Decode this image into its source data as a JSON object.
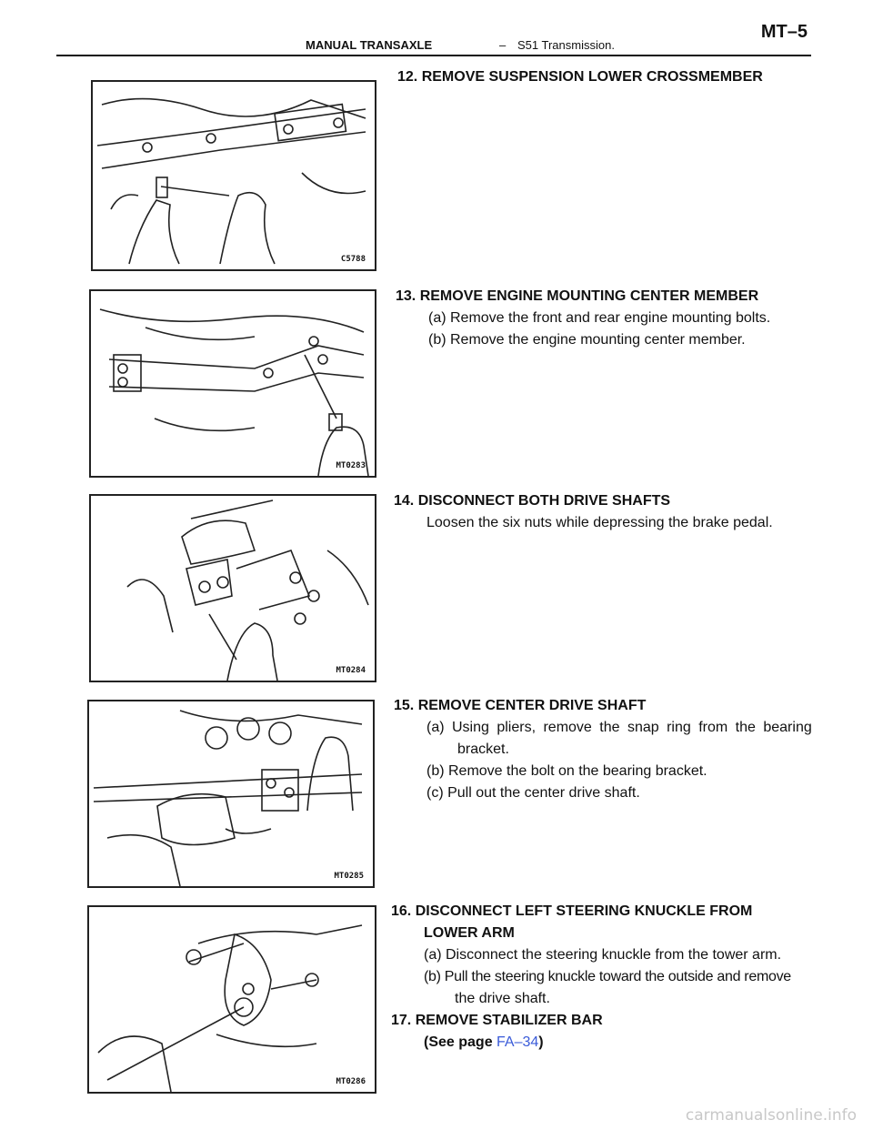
{
  "header": {
    "section": "MANUAL TRANSAXLE",
    "dash": "–",
    "subsection": "S51 Transmission.",
    "page_number": "MT–5"
  },
  "figures": [
    {
      "code": "C5788"
    },
    {
      "code": "MT0283"
    },
    {
      "code": "MT0284"
    },
    {
      "code": "MT0285"
    },
    {
      "code": "MT0286"
    }
  ],
  "steps": {
    "s12": {
      "heading": "12. REMOVE SUSPENSION LOWER CROSSMEMBER"
    },
    "s13": {
      "heading": "13. REMOVE ENGINE MOUNTING CENTER MEMBER",
      "a": "(a) Remove the front and rear engine mounting bolts.",
      "b": "(b) Remove the engine mounting center member."
    },
    "s14": {
      "heading": "14. DISCONNECT BOTH DRIVE SHAFTS",
      "text": "Loosen the six nuts while depressing the brake pedal."
    },
    "s15": {
      "heading": "15. REMOVE CENTER DRIVE SHAFT",
      "a1": "(a) Using pliers, remove the snap ring from the bearing",
      "a2": "bracket.",
      "b": "(b) Remove the bolt on the bearing bracket.",
      "c": "(c) Pull out the center drive shaft."
    },
    "s16": {
      "heading1": "16. DISCONNECT LEFT STEERING KNUCKLE FROM",
      "heading2": "LOWER ARM",
      "a": "(a) Disconnect the steering knuckle from the tower arm.",
      "b1": "(b) Pull the steering knuckle toward the outside and remove",
      "b2": "the drive shaft."
    },
    "s17": {
      "heading": "17. REMOVE STABILIZER BAR",
      "see_prefix": "(See page ",
      "see_link": "FA–34",
      "see_suffix": ")"
    }
  },
  "footer": {
    "watermark": "carmanualsonline.info"
  }
}
